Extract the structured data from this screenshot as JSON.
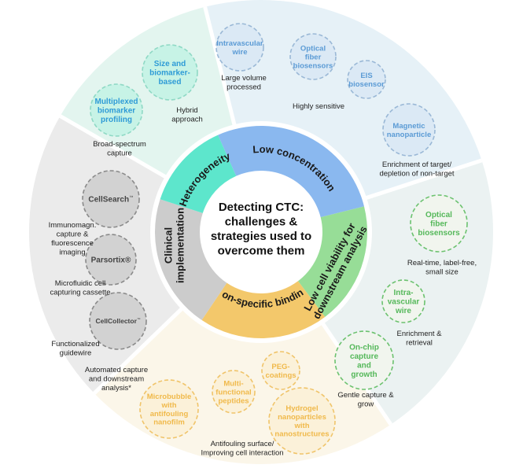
{
  "center": {
    "lines": [
      "Detecting CTC:",
      "challenges &",
      "strategies used to",
      "overcome them"
    ]
  },
  "challenges": [
    {
      "id": "low-concentration",
      "label": "Low concentration",
      "color": "#8ab8ef"
    },
    {
      "id": "low-viability",
      "label_lines": [
        "Low cell viability for",
        "downstream analysis"
      ],
      "color": "#97dd97"
    },
    {
      "id": "non-specific",
      "label": "Non-specific binding",
      "color": "#f3c86b"
    },
    {
      "id": "clinical",
      "label_lines": [
        "Clinical",
        "implementation"
      ],
      "color": "#cccccc"
    },
    {
      "id": "heterogeneity",
      "label": "Heterogeneity",
      "color": "#5de6cc"
    }
  ],
  "sectors": {
    "low_concentration": {
      "bg": "#e6f1f7",
      "accent": "#5b9bd5",
      "bubbles": [
        {
          "lines": [
            "Intravascular",
            "wire"
          ]
        },
        {
          "lines": [
            "Optical",
            "fiber",
            "biosensors"
          ]
        },
        {
          "lines": [
            "EIS",
            "biosensor"
          ]
        },
        {
          "lines": [
            "Magnetic",
            "nanoparticle"
          ]
        }
      ],
      "notes": [
        {
          "lines": [
            "Large volume",
            "processed"
          ]
        },
        {
          "lines": [
            "Highly sensitive"
          ]
        },
        {
          "lines": [
            "Enrichment of target/",
            "depletion of non-target"
          ]
        }
      ]
    },
    "low_viability": {
      "bg": "#ebf2f2",
      "accent": "#55b85a",
      "bubbles": [
        {
          "lines": [
            "Optical",
            "fiber",
            "biosensors"
          ]
        },
        {
          "lines": [
            "Intra-",
            "vascular",
            "wire"
          ]
        },
        {
          "lines": [
            "On-chip",
            "capture",
            "and",
            "growth"
          ]
        }
      ],
      "notes": [
        {
          "lines": [
            "Real-time, label-free,",
            "small size"
          ]
        },
        {
          "lines": [
            "Enrichment &",
            "retrieval"
          ]
        },
        {
          "lines": [
            "Gentle capture &",
            "grow"
          ]
        }
      ]
    },
    "non_specific": {
      "bg": "#fbf6e9",
      "accent": "#f0b94a",
      "bubbles": [
        {
          "lines": [
            "PEG-",
            "coatings"
          ]
        },
        {
          "lines": [
            "Multi-",
            "functional",
            "peptides"
          ]
        },
        {
          "lines": [
            "Microbubble",
            "with",
            "antifouling",
            "nanofilm"
          ]
        },
        {
          "lines": [
            "Hydrogel",
            "nanoparticles",
            "with",
            "nanostructures"
          ]
        }
      ],
      "notes": [
        {
          "lines": [
            "Antifouling surface/",
            "Improving cell interaction"
          ]
        }
      ]
    },
    "clinical": {
      "bg": "#ebebeb",
      "accent": "#444444",
      "bubbles": [
        {
          "label": "CellSearch",
          "mark": "™"
        },
        {
          "label": "Parsortix®"
        },
        {
          "label": "CellCollector",
          "mark": "™"
        }
      ],
      "notes": [
        {
          "lines": [
            "Immunomagn.",
            "capture &",
            "fluorescence",
            "imaging"
          ]
        },
        {
          "lines": [
            "Microfluidic cell",
            "capturing cassette"
          ]
        },
        {
          "lines": [
            "Functionalized",
            "guidewire"
          ]
        },
        {
          "lines": [
            "Automated capture",
            "and downstream",
            "analysis*"
          ]
        }
      ]
    },
    "heterogeneity": {
      "bg": "#e3f5ef",
      "accent": "#2e9bd6",
      "bubbles": [
        {
          "lines": [
            "Size and",
            "biomarker-",
            "based"
          ]
        },
        {
          "lines": [
            "Multiplexed",
            "biomarker",
            "profiling"
          ]
        }
      ],
      "notes": [
        {
          "lines": [
            "Hybrid",
            "approach"
          ]
        },
        {
          "lines": [
            "Broad-spectrum",
            "capture"
          ]
        }
      ]
    }
  }
}
